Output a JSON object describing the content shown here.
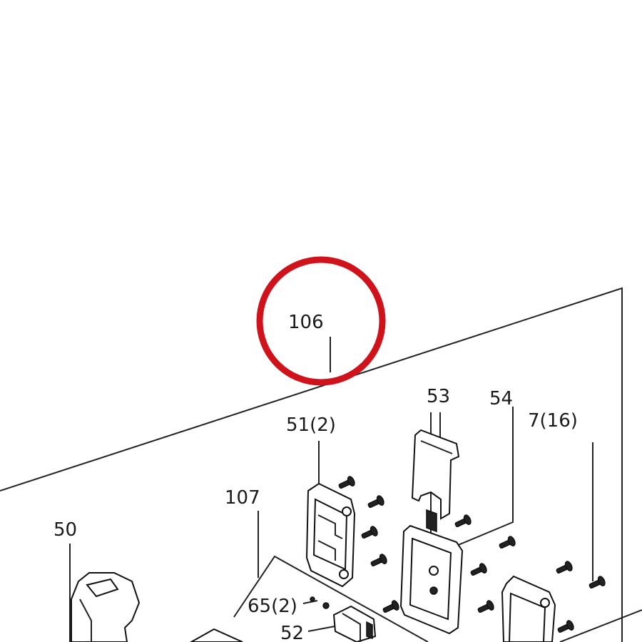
{
  "diagram": {
    "labels": {
      "l106": "106",
      "l53": "53",
      "l54": "54",
      "l51": "51(2)",
      "l7": "7(16)",
      "l107": "107",
      "l50": "50",
      "l65": "65(2)",
      "l52": "52"
    },
    "highlight": {
      "color": "#d0121b",
      "target": "106"
    }
  }
}
